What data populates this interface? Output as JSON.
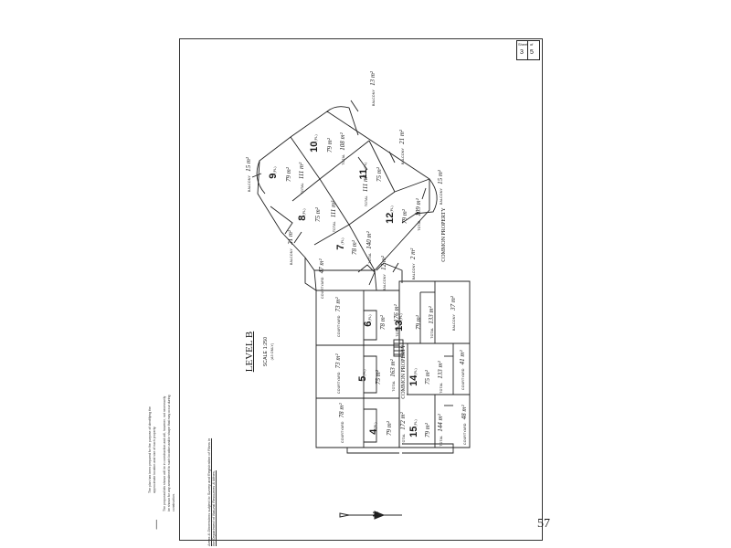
{
  "sheet": {
    "label": "Sheet",
    "of_label": "of",
    "number": "3",
    "total": "5"
  },
  "title": {
    "level": "LEVEL B",
    "scale": "SCALE 1:250",
    "scale_sub": "(A3 ONLY)"
  },
  "notes": {
    "left": "The plan has been prepared for the purpose of identifying the approximate location and size of each property.",
    "middle": "The proposed lots shown will be in construction and will, however, not necessarily be shown for any amendment to such location and/or shape that may occur during construction.",
    "right": "Areas & Dimensions subject to Survey and Registration of Plans in the Department of Natural Resources & Mines."
  },
  "north_label": "N",
  "page_number": "57",
  "left_mark": "|",
  "units": [
    {
      "lot": "4",
      "type": "(PL)",
      "area": "79 m²",
      "total_label": "TOTAL",
      "total": "172 m²",
      "extra_label": "COURTYARD",
      "extra": "78 m²"
    },
    {
      "lot": "5",
      "type": "(PL)",
      "area": "75 m²",
      "total_label": "TOTAL",
      "total": "163 m²",
      "extra_label": "COURTYARD",
      "extra": "73 m²"
    },
    {
      "lot": "6",
      "type": "(PL)",
      "area": "78 m²",
      "total_label": "TOTAL",
      "total": "176 m²",
      "extra_label": "COURTYARD",
      "extra": "73 m²"
    },
    {
      "lot": "7",
      "type": "(PL)",
      "area": "78 m²",
      "total_label": "TOTAL",
      "total": "140 m²",
      "extra_label": "COURTYARD",
      "extra": "47 m²"
    },
    {
      "lot": "8",
      "type": "(PL)",
      "area": "75 m²",
      "total_label": "TOTAL",
      "total": "111 m²",
      "extra_label": "BALCONY",
      "extra": "21 m²"
    },
    {
      "lot": "9",
      "type": "(PL)",
      "area": "79 m²",
      "total_label": "TOTAL",
      "total": "111 m²",
      "extra_label": "BALCONY",
      "extra": "15 m²"
    },
    {
      "lot": "10",
      "type": "(PL)",
      "area": "79 m²",
      "total_label": "TOTAL",
      "total": "108 m²",
      "extra_label": "BALCONY",
      "extra": "13 m²"
    },
    {
      "lot": "11",
      "type": "(PL)",
      "area": "75 m²",
      "total_label": "TOTAL",
      "total": "111 m²",
      "extra_label": "BALCONY",
      "extra": "21 m²"
    },
    {
      "lot": "12",
      "type": "(PL)",
      "area": "79 m²",
      "total_label": "TOTAL",
      "total": "109 m²",
      "extra_label": "BALCONY",
      "extra": "15 m²"
    },
    {
      "lot": "13",
      "type": "(PL)",
      "area": "79 m²",
      "total_label": "TOTAL",
      "total": "133 m²",
      "extra_label": "BALCONY",
      "extra": "37 m²"
    },
    {
      "lot": "14",
      "type": "(PL)",
      "area": "75 m²",
      "total_label": "TOTAL",
      "total": "133 m²",
      "extra_label": "COURTYARD",
      "extra": "41 m²"
    },
    {
      "lot": "15",
      "type": "(PL)",
      "area": "79 m²",
      "total_label": "TOTAL",
      "total": "144 m²",
      "extra_label": "COURTYARD",
      "extra": "48 m²"
    }
  ],
  "misc": {
    "common_property": "COMMON PROPERTY",
    "common_property_2": "COMMON PROPERTY",
    "balcony_7": "BALCONY",
    "balcony_7_area": "2 m²",
    "balcony_6": "BALCONY",
    "balcony_6_area": "12 m²"
  }
}
